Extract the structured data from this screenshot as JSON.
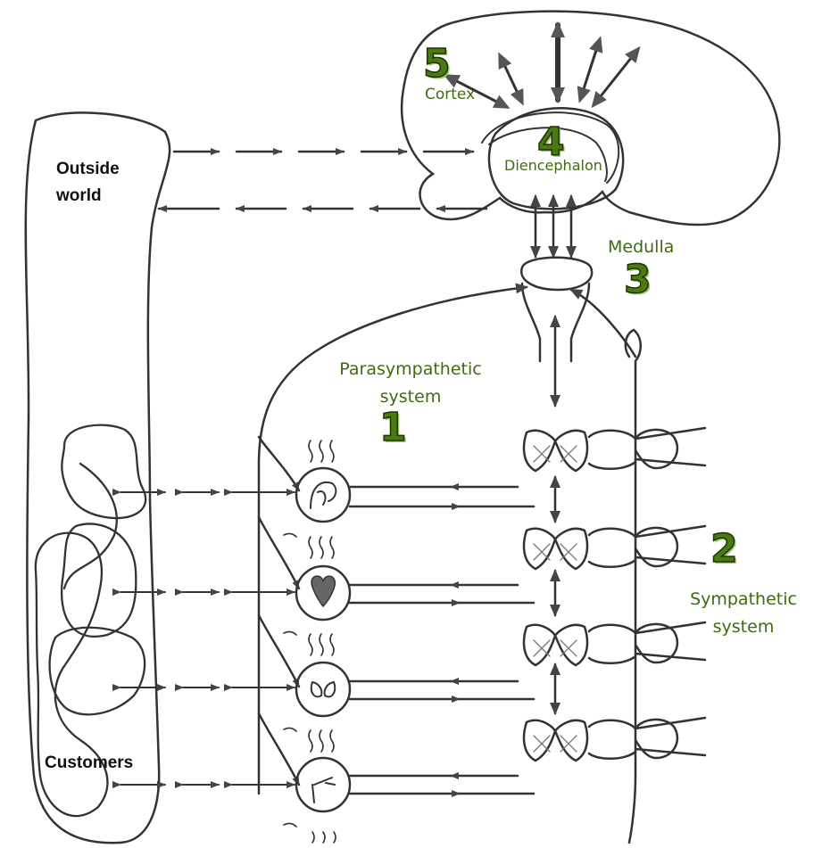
{
  "labels": {
    "outside_world_line1": "Outside",
    "outside_world_line2": "world",
    "customers": "Customers",
    "cortex": "Cortex",
    "diencephalon": "Diencephalon",
    "medulla": "Medulla",
    "parasympathetic_line1": "Parasympathetic",
    "parasympathetic_line2": "system",
    "sympathetic_line1": "Sympathetic",
    "sympathetic_line2": "system"
  },
  "numbers": {
    "cortex_num": "5",
    "diencephalon_num": "4",
    "medulla_num": "3",
    "parasympathetic_num": "1",
    "sympathetic_num": "2"
  },
  "icons": [
    "brain-icon",
    "spinal-cord-segment-icon",
    "muscle-icon",
    "heart-icon",
    "kidneys-icon",
    "gland-icon"
  ],
  "colors": {
    "label_green": "#3f6b12",
    "number_green": "#4a7a12",
    "line": "#333333"
  }
}
